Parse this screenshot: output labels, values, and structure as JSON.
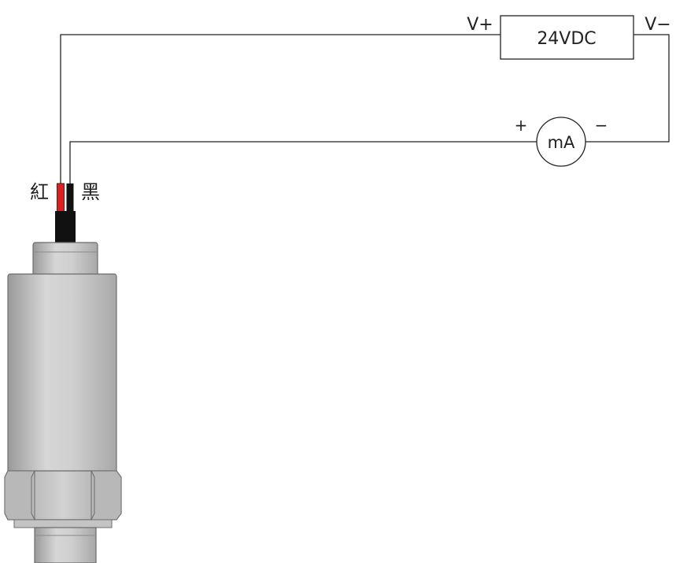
{
  "power_supply": {
    "label": "24VDC",
    "positive_terminal": "V+",
    "negative_terminal": "V−"
  },
  "meter": {
    "label": "mA",
    "positive_terminal": "+",
    "negative_terminal": "−"
  },
  "wires": {
    "red_label": "紅",
    "black_label": "黑"
  },
  "colors": {
    "wire_red": "#e02020",
    "wire_black": "#111111",
    "line": "#222222",
    "sensor_body": "#c9c9c9",
    "sensor_edge": "#6b6b6b"
  },
  "components": {
    "sensor": "pressure-transmitter",
    "supply": "dc-power-supply",
    "meter": "milliammeter"
  }
}
